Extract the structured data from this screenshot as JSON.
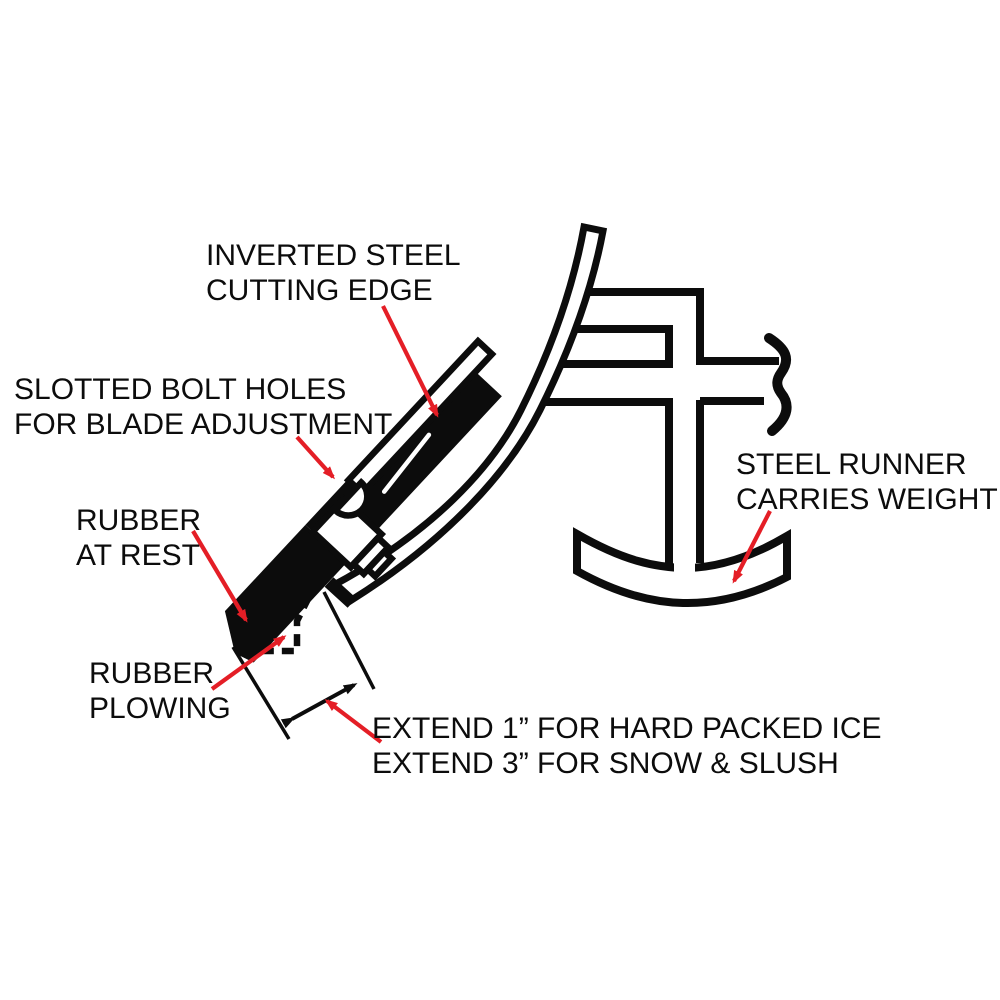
{
  "page": {
    "background": "#ffffff"
  },
  "diagram": {
    "type": "technical-illustration",
    "subject": "Snow plow rubber edge, cutting edge and steel runner cross-section",
    "colors": {
      "line": "#0c0c0c",
      "leader_arrow": "#e41e26",
      "fill_dark": "#0c0c0c",
      "background": "#ffffff"
    },
    "labels": {
      "cutting_edge": {
        "line1": "INVERTED STEEL",
        "line2": "CUTTING EDGE"
      },
      "bolt_holes": {
        "line1": "SLOTTED BOLT HOLES",
        "line2": "FOR BLADE ADJUSTMENT"
      },
      "rubber_rest": {
        "line1": "RUBBER",
        "line2": "AT REST"
      },
      "rubber_plowing": {
        "line1": "RUBBER",
        "line2": "PLOWING"
      },
      "steel_runner": {
        "line1": "STEEL RUNNER",
        "line2": "CARRIES WEIGHT"
      },
      "extend": {
        "line1": "EXTEND 1” FOR HARD PACKED ICE",
        "line2": "EXTEND 3” FOR SNOW & SLUSH"
      }
    }
  }
}
